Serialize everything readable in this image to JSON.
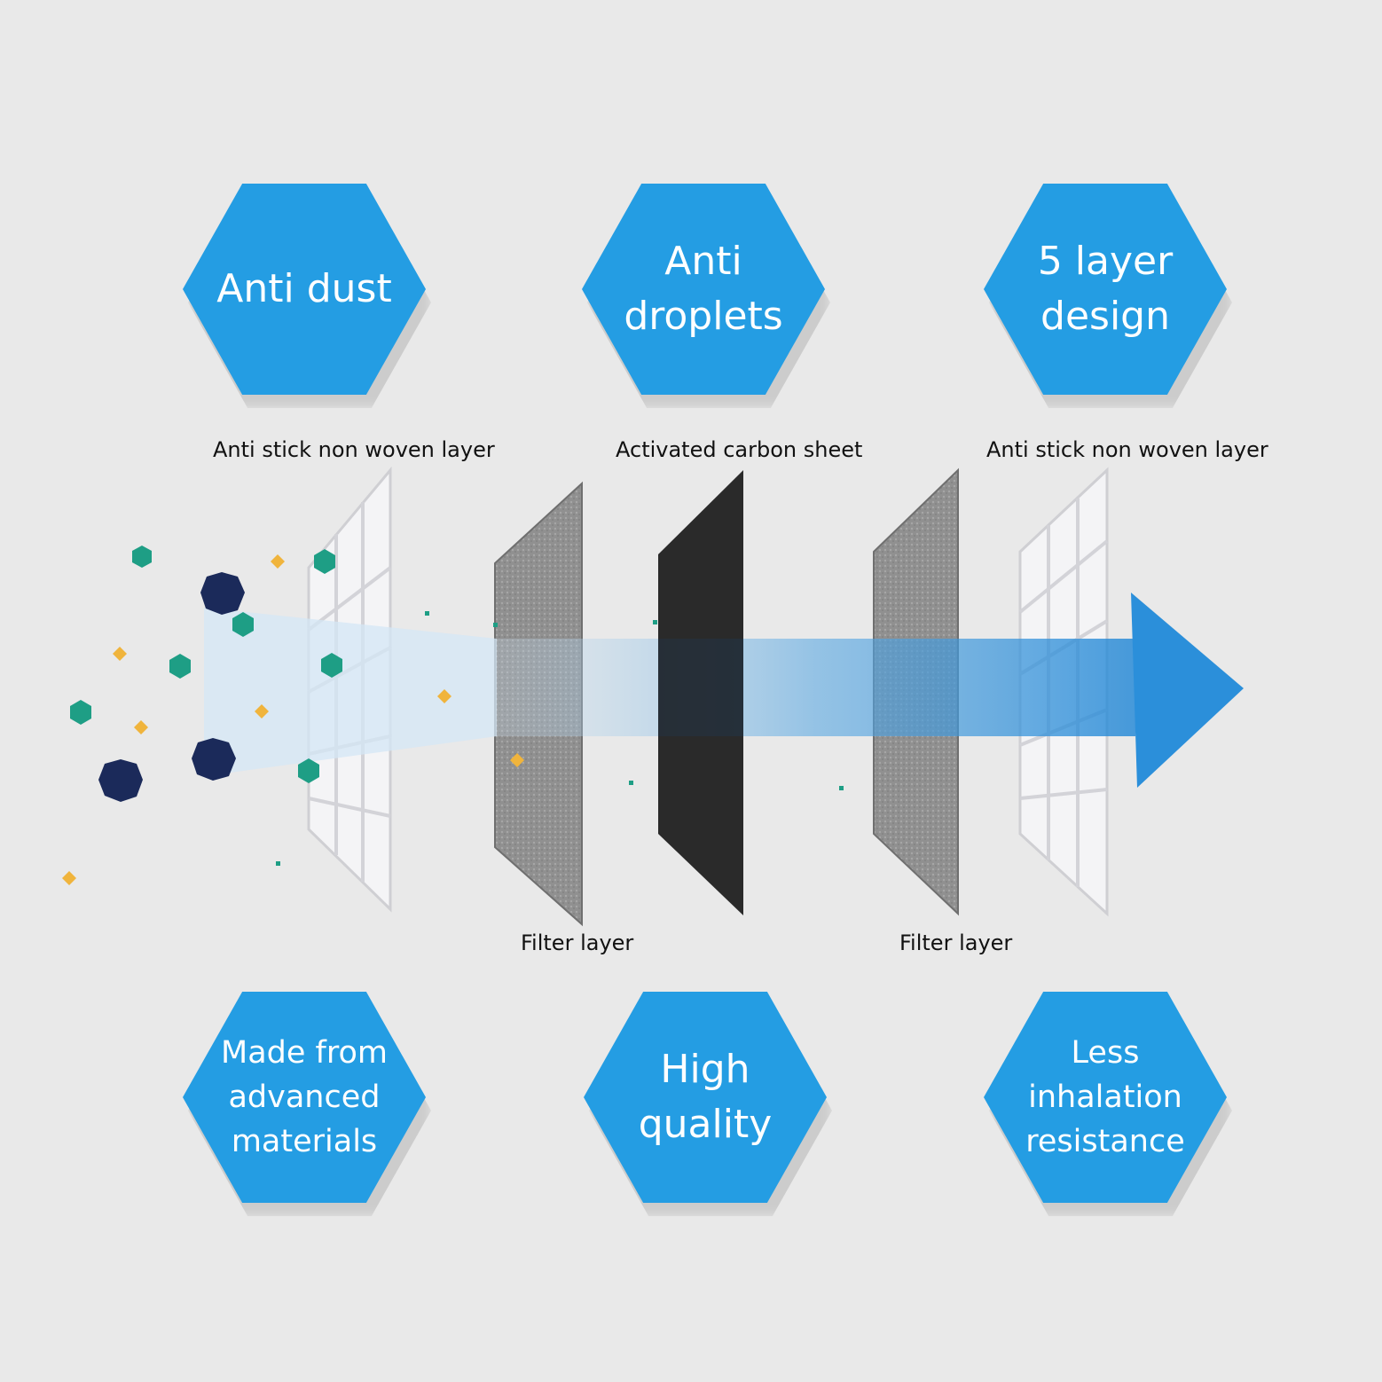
{
  "badges": {
    "anti_dust": "Anti dust",
    "anti_droplets": "Anti\ndroplets",
    "five_layer": "5 layer\ndesign",
    "advanced_materials": "Made from\nadvanced\nmaterials",
    "high_quality": "High\nquality",
    "less_resistance": "Less\ninhalation\nresistance"
  },
  "layers": {
    "layer1": "Anti stick non woven layer",
    "layer2": "Filter layer",
    "layer3": "Activated carbon sheet",
    "layer4": "Filter layer",
    "layer5": "Anti stick non woven layer"
  },
  "colors": {
    "badge": "#249de3",
    "background": "#e9e9e9",
    "carbon": "#2a2a2a",
    "filter": "#8e8e8e",
    "particle_dark": "#1b2a5a",
    "particle_teal": "#1e9e85",
    "particle_yellow": "#f0b43c",
    "airflow": "#2f8fd8"
  }
}
